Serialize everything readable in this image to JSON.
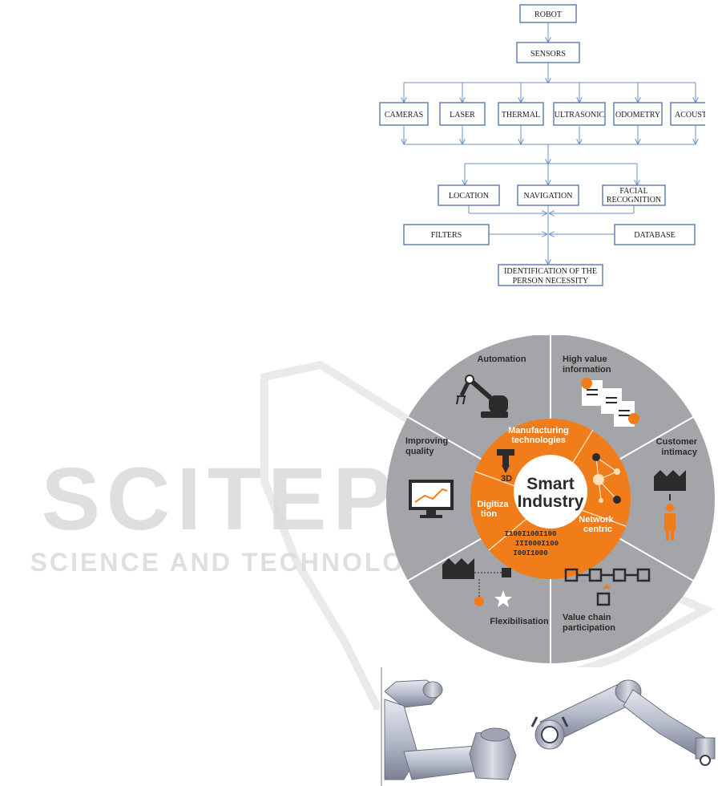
{
  "watermark": {
    "main": "SCITEPRESS",
    "sub": "SCIENCE AND TECHNOLOGY PUBLICATIONS"
  },
  "flowchart": {
    "robot": "ROBOT",
    "sensors": "SENSORS",
    "sensor_types": [
      "CAMERAS",
      "LASER",
      "THERMAL",
      "ULTRASONIC",
      "ODOMETRY",
      "ACOUSTIC"
    ],
    "location": "LOCATION",
    "navigation": "NAVIGATION",
    "facial_line1": "FACIAL",
    "facial_line2": "RECOGNITION",
    "filters": "FILTERS",
    "database": "DATABASE",
    "identification_line1": "IDENTIFICATION OF THE",
    "identification_line2": "PERSON NECESSITY"
  },
  "wheel": {
    "center_line1": "Smart",
    "center_line2": "Industry",
    "automation": "Automation",
    "high_value_line1": "High value",
    "high_value_line2": "information",
    "customer_line1": "Customer",
    "customer_line2": "intimacy",
    "value_chain_line1": "Value chain",
    "value_chain_line2": "participation",
    "flexibilisation": "Flexibilisation",
    "improving_line1": "Improving",
    "improving_line2": "quality",
    "manufacturing_line1": "Manufacturing",
    "manufacturing_line2": "technologies",
    "label_3d": "3D",
    "digitization_line1": "Digitiza",
    "digitization_line2": "tion",
    "network_line1": "Network",
    "network_line2": "centric",
    "binary_1": "I100I100I100",
    "binary_2": "III000I100",
    "binary_3": "I00I1000",
    "colors": {
      "orange": "#f07d1a",
      "grey": "#a3a5a8",
      "dark": "#2b2b2b"
    }
  }
}
